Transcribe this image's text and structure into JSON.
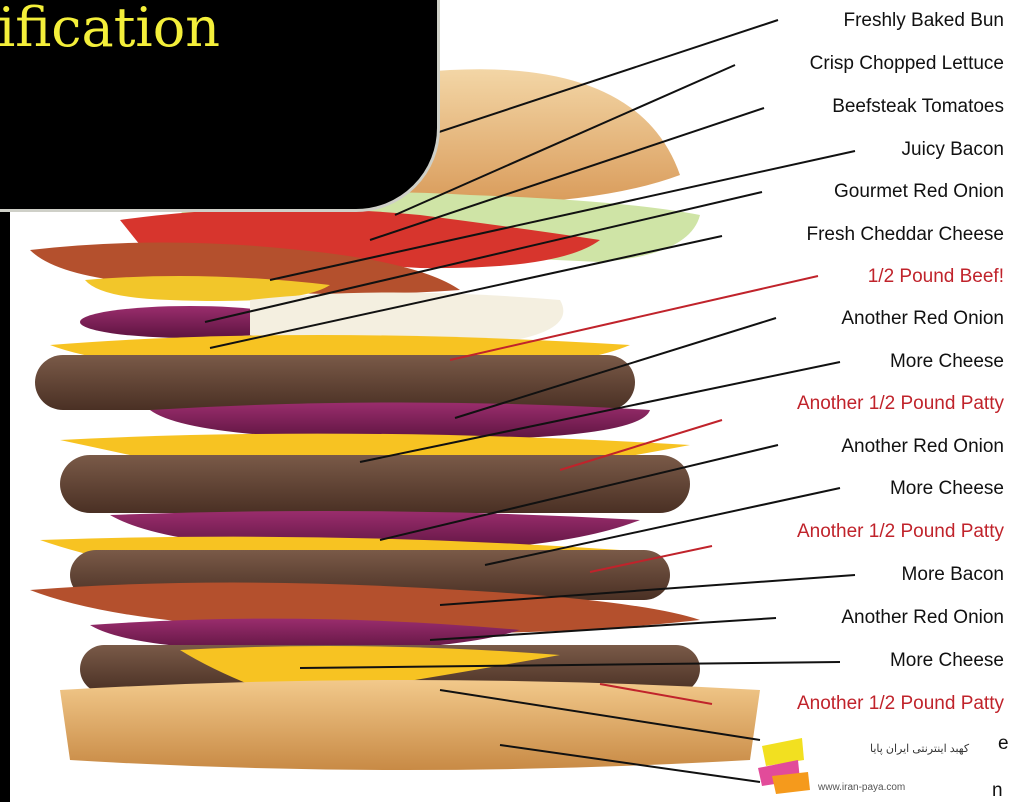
{
  "title": "ification",
  "labels": [
    {
      "text": "Freshly Baked Bun",
      "color": "#111111"
    },
    {
      "text": "Crisp Chopped Lettuce",
      "color": "#111111"
    },
    {
      "text": "Beefsteak Tomatoes",
      "color": "#111111"
    },
    {
      "text": "Juicy Bacon",
      "color": "#111111"
    },
    {
      "text": "Gourmet Red Onion",
      "color": "#111111"
    },
    {
      "text": "Fresh Cheddar Cheese",
      "color": "#111111"
    },
    {
      "text": "1/2 Pound Beef!",
      "color": "#c0232b"
    },
    {
      "text": "Another Red Onion",
      "color": "#111111"
    },
    {
      "text": "More Cheese",
      "color": "#111111"
    },
    {
      "text": "Another 1/2 Pound Patty",
      "color": "#c0232b"
    },
    {
      "text": "Another Red Onion",
      "color": "#111111"
    },
    {
      "text": "More Cheese",
      "color": "#111111"
    },
    {
      "text": "Another 1/2 Pound Patty",
      "color": "#c0232b"
    },
    {
      "text": "More Bacon",
      "color": "#111111"
    },
    {
      "text": "Another Red Onion",
      "color": "#111111"
    },
    {
      "text": "More Cheese",
      "color": "#111111"
    },
    {
      "text": "Another 1/2 Pound Patty",
      "color": "#c0232b"
    }
  ],
  "cutoff": {
    "a": "e",
    "b": "n"
  },
  "watermark": {
    "line1": "کهبد اینترنتی ایران پایا",
    "line2": "www.iran-paya.com"
  },
  "colors": {
    "title_text": "#f4ef3a",
    "title_box": "#000000",
    "label_red": "#c0232b",
    "label_black": "#111111"
  }
}
